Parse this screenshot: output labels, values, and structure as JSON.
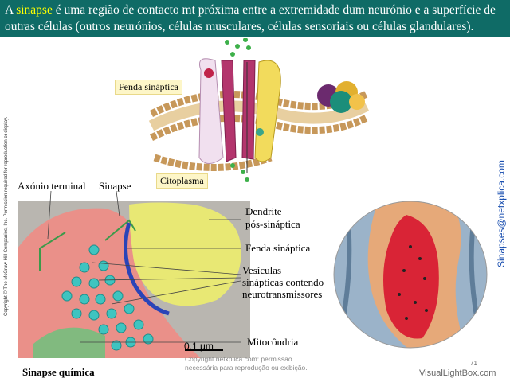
{
  "header": {
    "prefix": "A ",
    "highlight": "sinapse",
    "rest": " é uma região de contacto mt próxima entre a extremidade dum neurónio e a superfície de outras células (outros neurónios, células musculares, células sensoriais ou células glandulares)."
  },
  "copyright_vertical": "Copyright © The McGraw-Hill Companies, Inc. Permission required for reproduction or display.",
  "watermark_vertical": "Sinapses@netxplica.com",
  "membrane_labels": {
    "cleft": "Fenda sináptica",
    "cytoplasm": "Citoplasma"
  },
  "micrograph_labels": {
    "axon_terminal": "Axónio terminal",
    "synapse": "Sinapse",
    "dendrite_line1": "Dendrite",
    "dendrite_line2": "pós-sináptica",
    "cleft": "Fenda sináptica",
    "vesicles_line1": "Vesículas",
    "vesicles_line2": "sinápticas contendo",
    "vesicles_line3": "neurotransmissores",
    "mitochondria": "Mitocôndria",
    "scale": "0,1 μm"
  },
  "caption": "Sinapse química",
  "credit_line1": "Copyright netxplica.com: permissão",
  "credit_line2": "necessária para reprodução ou exibição.",
  "page_number": "71",
  "site_credit": "VisualLightBox.com",
  "colors": {
    "header_bg": "#0f6b66",
    "highlight": "#ffff00",
    "axon": "#f08c85",
    "dendrite": "#e8e874",
    "vesicle": "#3fc4c0",
    "cleft_line": "#2a44b8"
  }
}
